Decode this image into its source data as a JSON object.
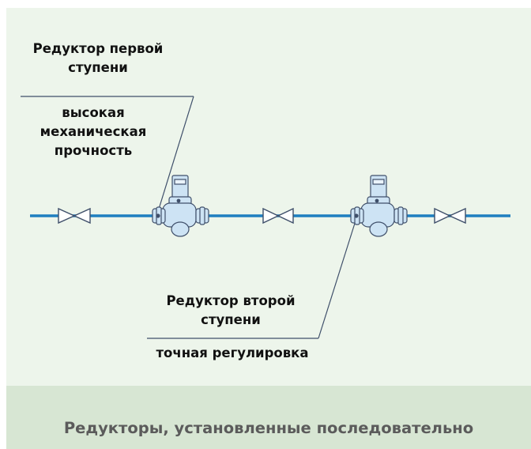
{
  "diagram": {
    "first_reducer": {
      "title_line1": "Редуктор первой",
      "title_line2": "ступени",
      "feature_line1": "высокая",
      "feature_line2": "механическая",
      "feature_line3": "прочность"
    },
    "second_reducer": {
      "title_line1": "Редуктор второй",
      "title_line2": "ступени",
      "feature": "точная регулировка"
    },
    "caption": "Редукторы, установленные последовательно"
  },
  "colors": {
    "panel_bg": "#edf5eb",
    "caption_bg": "#d7e6d3",
    "pipe": "#1f7fc0",
    "reducer_fill": "#cde3f4",
    "reducer_stroke": "#3f4f6a",
    "leader": "#3f4f6a"
  }
}
